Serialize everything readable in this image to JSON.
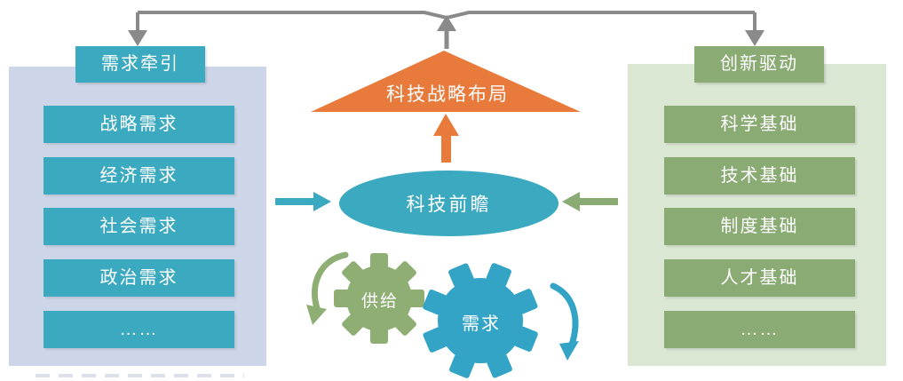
{
  "palette": {
    "teal": "#3BA9BF",
    "teal_gear": "#33A4C6",
    "green": "#8AAB73",
    "panel_blue": "#CDD6E9",
    "panel_green": "#DAE7D3",
    "orange": "#E87B3C",
    "gray": "#8A8A8A"
  },
  "left_panel": {
    "header": "需求牵引",
    "items": [
      "战略需求",
      "经济需求",
      "社会需求",
      "政治需求",
      "……"
    ]
  },
  "right_panel": {
    "header": "创新驱动",
    "items": [
      "科学基础",
      "技术基础",
      "制度基础",
      "人才基础",
      "……"
    ]
  },
  "center": {
    "triangle_label": "科技战略布局",
    "ellipse_label": "科技前瞻",
    "supply_gear_label": "供给",
    "demand_gear_label": "需求"
  }
}
